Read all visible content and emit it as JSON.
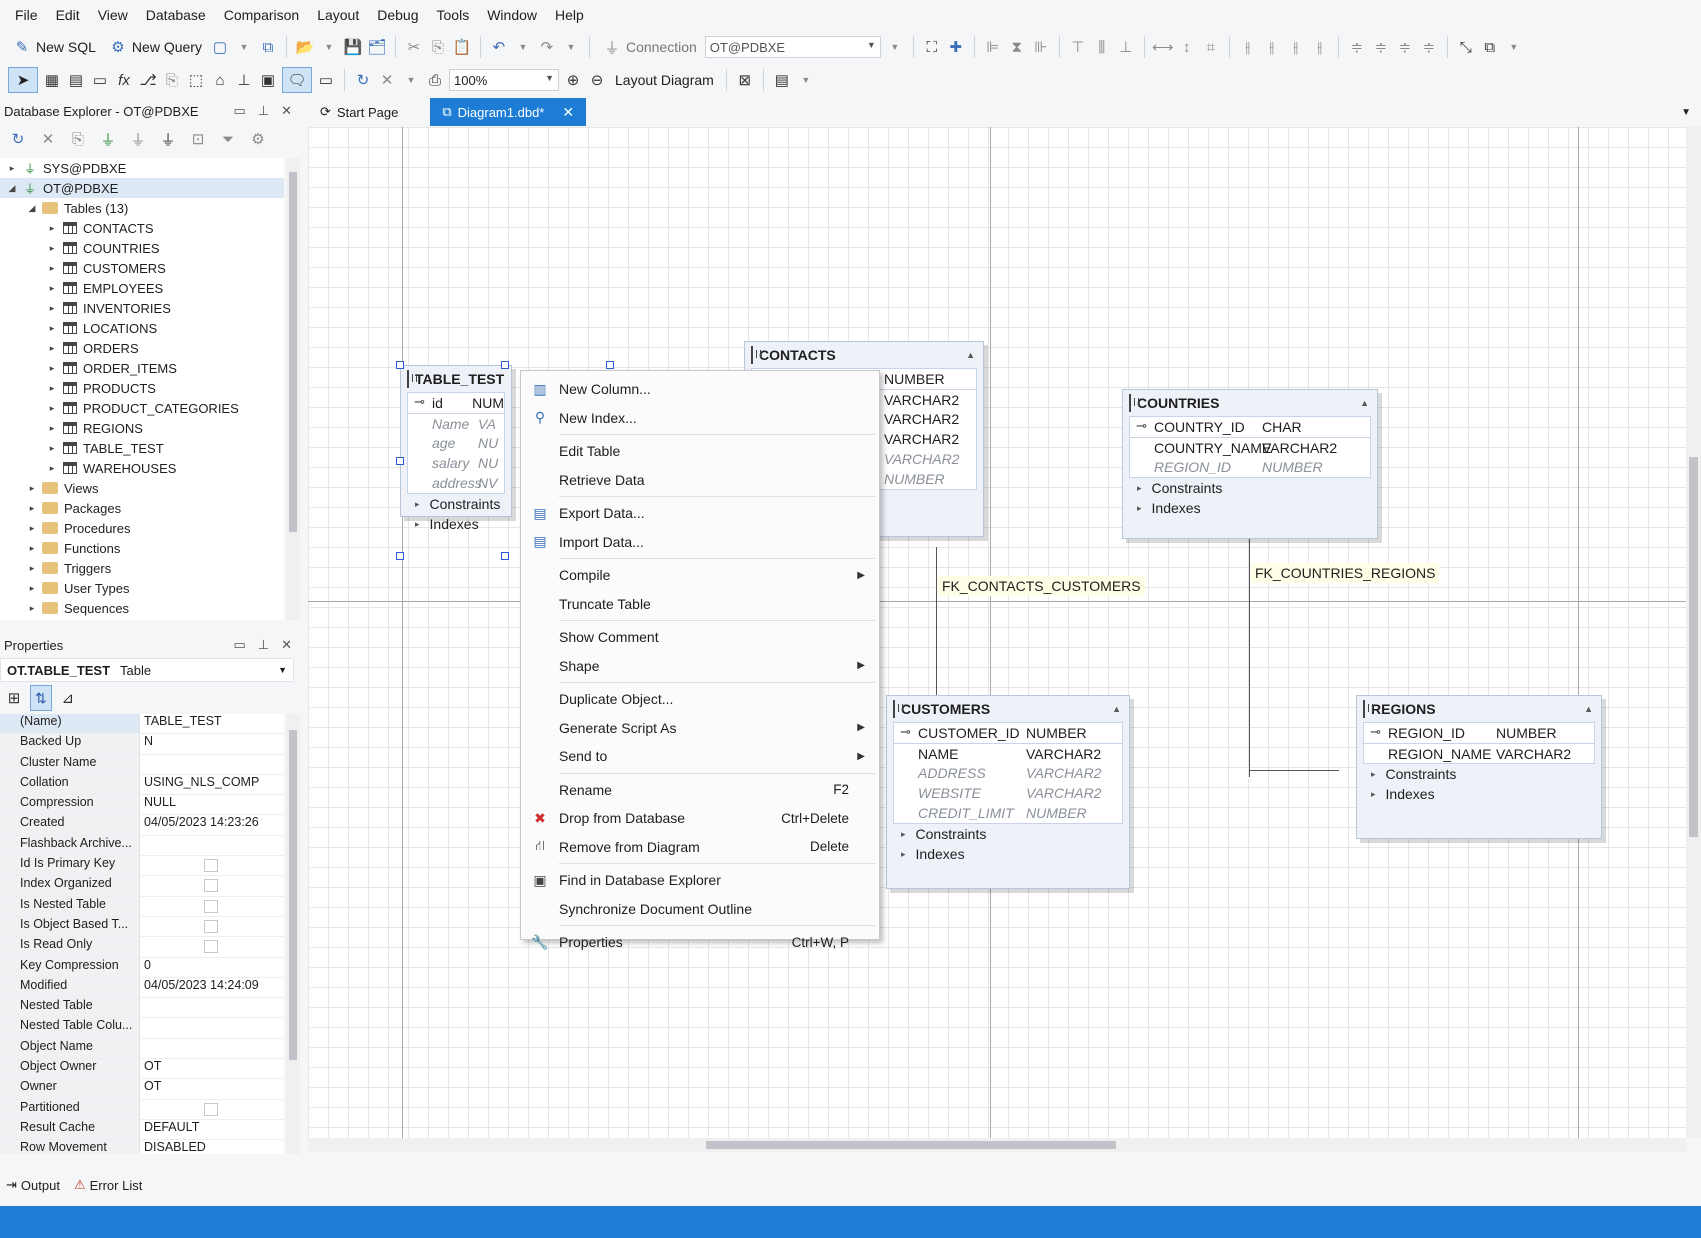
{
  "menu": [
    "File",
    "Edit",
    "View",
    "Database",
    "Comparison",
    "Layout",
    "Debug",
    "Tools",
    "Window",
    "Help"
  ],
  "toolbar1": {
    "new_sql": "New SQL",
    "new_query": "New Query",
    "connection_label": "Connection",
    "connection_value": "OT@PDBXE"
  },
  "toolbar2": {
    "zoom_value": "100%",
    "layout_diagram": "Layout Diagram"
  },
  "db_explorer": {
    "title": "Database Explorer - OT@PDBXE",
    "connections": [
      "SYS@PDBXE",
      "OT@PDBXE"
    ],
    "tables_folder": "Tables (13)",
    "tables": [
      "CONTACTS",
      "COUNTRIES",
      "CUSTOMERS",
      "EMPLOYEES",
      "INVENTORIES",
      "LOCATIONS",
      "ORDERS",
      "ORDER_ITEMS",
      "PRODUCTS",
      "PRODUCT_CATEGORIES",
      "REGIONS",
      "TABLE_TEST",
      "WAREHOUSES"
    ],
    "folders": [
      "Views",
      "Packages",
      "Procedures",
      "Functions",
      "Triggers",
      "User Types",
      "Sequences"
    ]
  },
  "properties": {
    "title": "Properties",
    "object_name": "OT.TABLE_TEST",
    "object_type": "Table",
    "rows": [
      {
        "k": "(Name)",
        "v": "TABLE_TEST"
      },
      {
        "k": "Backed Up",
        "v": "N"
      },
      {
        "k": "Cluster Name",
        "v": ""
      },
      {
        "k": "Collation",
        "v": "USING_NLS_COMP"
      },
      {
        "k": "Compression",
        "v": "NULL"
      },
      {
        "k": "Created",
        "v": "04/05/2023 14:23:26"
      },
      {
        "k": "Flashback Archive...",
        "v": ""
      },
      {
        "k": "Id Is Primary Key",
        "v": "[ ]"
      },
      {
        "k": "Index Organized",
        "v": "[ ]"
      },
      {
        "k": "Is Nested Table",
        "v": "[ ]"
      },
      {
        "k": "Is Object Based T...",
        "v": "[ ]"
      },
      {
        "k": "Is Read Only",
        "v": "[ ]"
      },
      {
        "k": "Key Compression",
        "v": "0"
      },
      {
        "k": "Modified",
        "v": "04/05/2023 14:24:09"
      },
      {
        "k": "Nested Table",
        "v": ""
      },
      {
        "k": "Nested Table Colu...",
        "v": ""
      },
      {
        "k": "Object Name",
        "v": ""
      },
      {
        "k": "Object Owner",
        "v": "OT"
      },
      {
        "k": "Owner",
        "v": "OT"
      },
      {
        "k": "Partitioned",
        "v": "[ ]"
      },
      {
        "k": "Result Cache",
        "v": "DEFAULT"
      },
      {
        "k": "Row Movement",
        "v": "DISABLED"
      }
    ]
  },
  "tabs": {
    "start_page": "Start Page",
    "diagram": "Diagram1.dbd*"
  },
  "diagram": {
    "table_test": {
      "name": "TABLE_TEST",
      "columns": [
        {
          "name": "id",
          "type": "NUM",
          "pk": true,
          "italic": false
        },
        {
          "name": "Name",
          "type": "VA",
          "pk": false,
          "italic": true
        },
        {
          "name": "age",
          "type": "NU",
          "pk": false,
          "italic": true
        },
        {
          "name": "salary",
          "type": "NU",
          "pk": false,
          "italic": true
        },
        {
          "name": "address",
          "type": "NV",
          "pk": false,
          "italic": true
        }
      ]
    },
    "contacts": {
      "name": "CONTACTS",
      "columns": [
        {
          "name": "",
          "type": "NUMBER",
          "pk": true,
          "italic": false
        },
        {
          "name": "",
          "type": "VARCHAR2",
          "pk": false,
          "italic": false
        },
        {
          "name": "",
          "type": "VARCHAR2",
          "pk": false,
          "italic": false
        },
        {
          "name": "",
          "type": "VARCHAR2",
          "pk": false,
          "italic": false
        },
        {
          "name": "",
          "type": "VARCHAR2",
          "pk": false,
          "italic": true
        },
        {
          "name": "",
          "type": "NUMBER",
          "pk": false,
          "italic": true
        }
      ]
    },
    "countries": {
      "name": "COUNTRIES",
      "columns": [
        {
          "name": "COUNTRY_ID",
          "type": "CHAR",
          "pk": true,
          "italic": false
        },
        {
          "name": "COUNTRY_NAME",
          "type": "VARCHAR2",
          "pk": false,
          "italic": false
        },
        {
          "name": "REGION_ID",
          "type": "NUMBER",
          "pk": false,
          "italic": true
        }
      ]
    },
    "customers": {
      "name": "CUSTOMERS",
      "columns": [
        {
          "name": "CUSTOMER_ID",
          "type": "NUMBER",
          "pk": true,
          "italic": false
        },
        {
          "name": "NAME",
          "type": "VARCHAR2",
          "pk": false,
          "italic": false
        },
        {
          "name": "ADDRESS",
          "type": "VARCHAR2",
          "pk": false,
          "italic": true
        },
        {
          "name": "WEBSITE",
          "type": "VARCHAR2",
          "pk": false,
          "italic": true
        },
        {
          "name": "CREDIT_LIMIT",
          "type": "NUMBER",
          "pk": false,
          "italic": true
        }
      ]
    },
    "regions": {
      "name": "REGIONS",
      "columns": [
        {
          "name": "REGION_ID",
          "type": "NUMBER",
          "pk": true,
          "italic": false
        },
        {
          "name": "REGION_NAME",
          "type": "VARCHAR2",
          "pk": false,
          "italic": false
        }
      ]
    },
    "group_constraints": "Constraints",
    "group_indexes": "Indexes",
    "fk1": "FK_CONTACTS_CUSTOMERS",
    "fk2": "FK_COUNTRIES_REGIONS"
  },
  "context_menu": [
    {
      "label": "New Column...",
      "icon": "new-column-icon",
      "shortcut": "",
      "sub": false,
      "sep_before": false
    },
    {
      "label": "New Index...",
      "icon": "new-index-icon",
      "shortcut": "",
      "sub": false,
      "sep_before": false
    },
    {
      "label": "Edit Table",
      "icon": "",
      "shortcut": "",
      "sub": false,
      "sep_before": true
    },
    {
      "label": "Retrieve Data",
      "icon": "",
      "shortcut": "",
      "sub": false,
      "sep_before": false
    },
    {
      "label": "Export Data...",
      "icon": "export-icon",
      "shortcut": "",
      "sub": false,
      "sep_before": true
    },
    {
      "label": "Import Data...",
      "icon": "import-icon",
      "shortcut": "",
      "sub": false,
      "sep_before": false
    },
    {
      "label": "Compile",
      "icon": "",
      "shortcut": "",
      "sub": true,
      "sep_before": true
    },
    {
      "label": "Truncate Table",
      "icon": "",
      "shortcut": "",
      "sub": false,
      "sep_before": false
    },
    {
      "label": "Show Comment",
      "icon": "",
      "shortcut": "",
      "sub": false,
      "sep_before": true
    },
    {
      "label": "Shape",
      "icon": "",
      "shortcut": "",
      "sub": true,
      "sep_before": false
    },
    {
      "label": "Duplicate Object...",
      "icon": "",
      "shortcut": "",
      "sub": false,
      "sep_before": true
    },
    {
      "label": "Generate Script As",
      "icon": "",
      "shortcut": "",
      "sub": true,
      "sep_before": false
    },
    {
      "label": "Send to",
      "icon": "",
      "shortcut": "",
      "sub": true,
      "sep_before": false
    },
    {
      "label": "Rename",
      "icon": "",
      "shortcut": "F2",
      "sub": false,
      "sep_before": true
    },
    {
      "label": "Drop from Database",
      "icon": "delete-icon",
      "shortcut": "Ctrl+Delete",
      "sub": false,
      "sep_before": false
    },
    {
      "label": "Remove from Diagram",
      "icon": "remove-diagram-icon",
      "shortcut": "Delete",
      "sub": false,
      "sep_before": false
    },
    {
      "label": "Find in Database Explorer",
      "icon": "find-icon",
      "shortcut": "",
      "sub": false,
      "sep_before": true
    },
    {
      "label": "Synchronize Document Outline",
      "icon": "",
      "shortcut": "",
      "sub": false,
      "sep_before": false
    },
    {
      "label": "Properties",
      "icon": "wrench-icon",
      "shortcut": "Ctrl+W, P",
      "sub": false,
      "sep_before": true
    }
  ],
  "bottom_tabs": {
    "output": "Output",
    "error_list": "Error List"
  },
  "colors": {
    "accent": "#1c7cd6",
    "canvas_grid": "#e6e6e6"
  }
}
